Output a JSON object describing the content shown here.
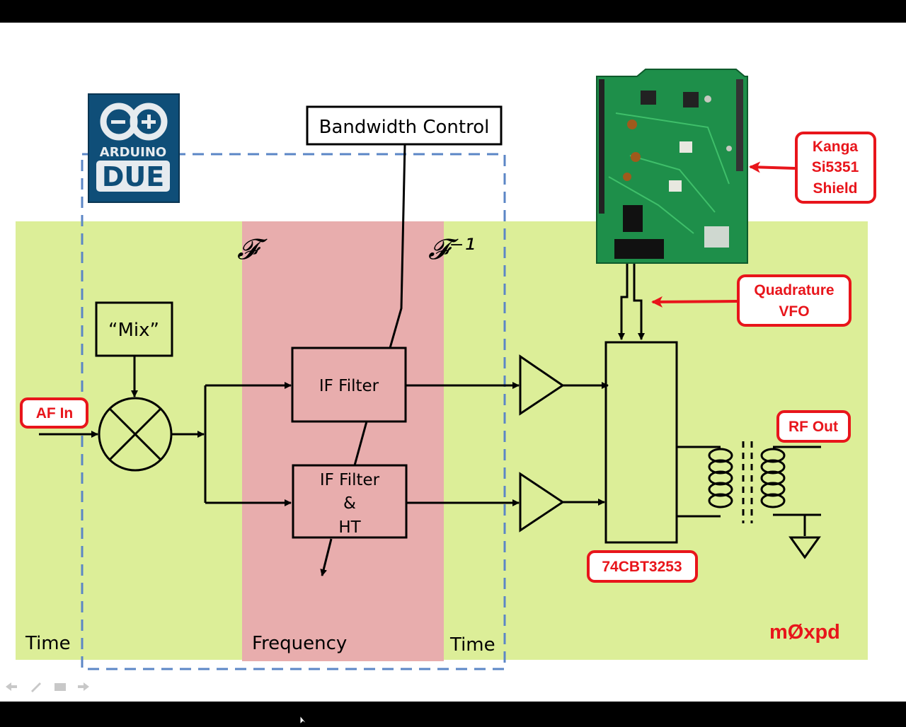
{
  "diagram": {
    "bandwidth_control": "Bandwidth Control",
    "mix": "“Mix”",
    "if_filter_top": "IF Filter",
    "if_filter_bottom": [
      "IF Filter",
      "&",
      "HT"
    ],
    "fourier": "𝓕",
    "inverse_fourier": "𝓕⁻¹",
    "domains": {
      "time_left": "Time",
      "frequency": "Frequency",
      "time_right": "Time"
    },
    "labels": {
      "af_in": "AF In",
      "rf_out": "RF Out",
      "quadrature_vfo": [
        "Quadrature",
        "VFO"
      ],
      "kanga_shield": [
        "Kanga",
        "Si5351",
        "Shield"
      ],
      "chip": "74CBT3253",
      "callsign": "mØxpd"
    },
    "arduino_logo": {
      "line1": "ARDUINO",
      "line2": "DUE"
    }
  },
  "colors": {
    "green_zone": "#dcee98",
    "red_zone": "#e8adad",
    "dashed_box": "#5b86c6",
    "label_red": "#e8151b",
    "board_green": "#1e8f4a"
  }
}
